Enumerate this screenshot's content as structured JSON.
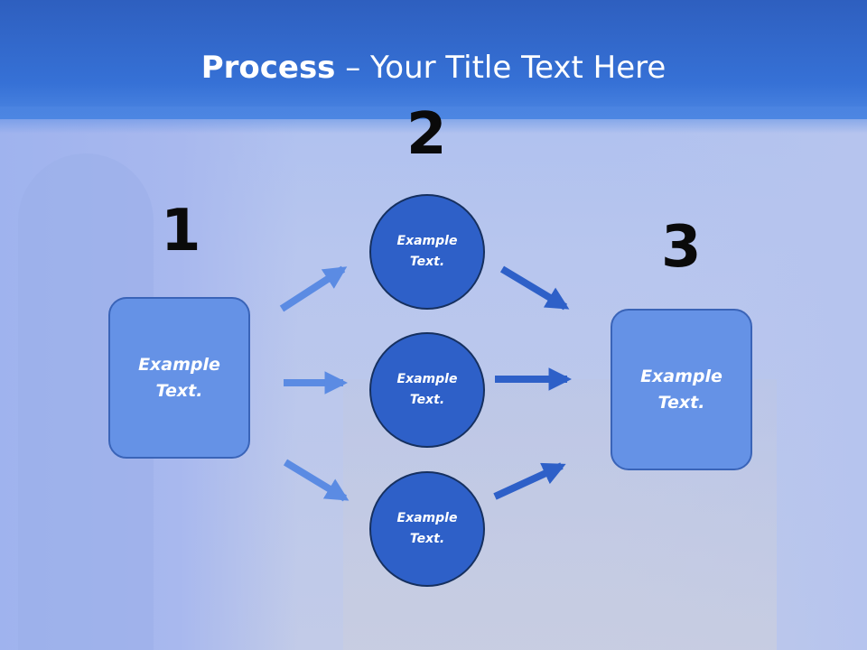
{
  "title": {
    "bold": "Process",
    "rest": " – Your Title Text Here"
  },
  "steps": [
    {
      "number": "1"
    },
    {
      "number": "2"
    },
    {
      "number": "3"
    }
  ],
  "left_box": {
    "text": "Example Text."
  },
  "circles": [
    {
      "text": "Example Text."
    },
    {
      "text": "Example Text."
    },
    {
      "text": "Example Text."
    }
  ],
  "right_box": {
    "text": "Example Text."
  },
  "colors": {
    "header": "#3671d6",
    "box_fill": "#6592e6",
    "circle_fill": "#2e60c8",
    "arrow_light": "#5b8be3",
    "arrow_dark": "#2e60c8"
  }
}
